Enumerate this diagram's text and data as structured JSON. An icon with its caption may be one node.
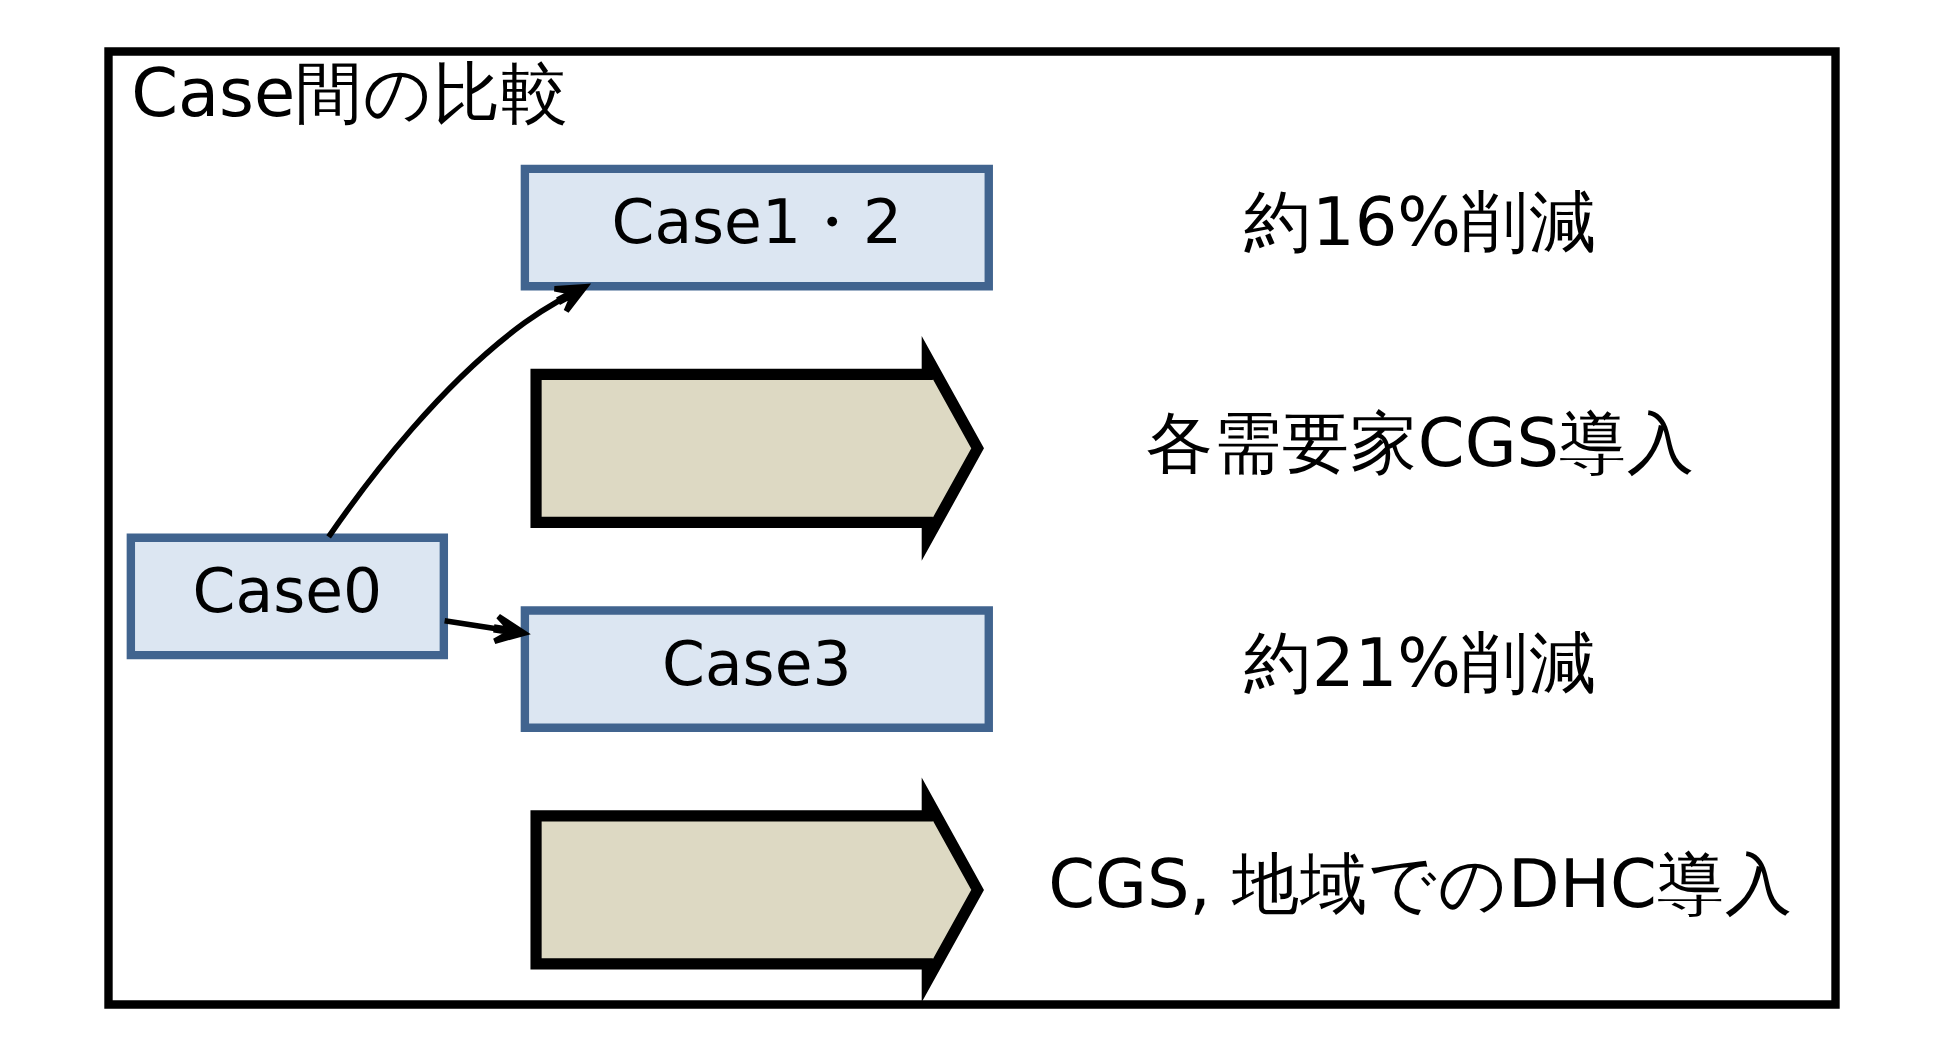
{
  "diagram": {
    "nodes": [
      {
        "text": [
          "Case間の比較"
        ]
      },
      {
        "text": [
          "Case0"
        ],
        "in": 0
      },
      {
        "text": [
          "Case1・2"
        ],
        "in": 0,
        "beside": [
          "約16%削減"
        ]
      },
      {
        "text": [],
        "shape": "arrow",
        "in": 0
      },
      {
        "text": [
          "Case3"
        ],
        "in": 0,
        "beside": [
          "約21%削減"
        ]
      },
      {
        "text": [],
        "shape": "arrow",
        "in": 0
      }
    ],
    "edges": [
      {
        "from": 1,
        "to": 2,
        "arrow": "to"
      },
      {
        "from": 1,
        "to": 4,
        "arrow": "to"
      }
    ],
    "labels": [
      "各需要家CGS導入",
      "CGS, 地域でのDHC導入"
    ]
  }
}
